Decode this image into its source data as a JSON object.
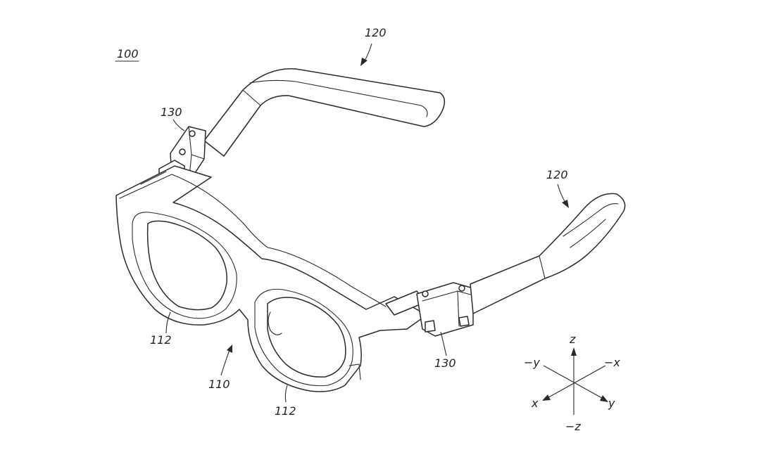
{
  "figure": {
    "labels": {
      "device": "100",
      "temple_left": "120",
      "temple_right": "120",
      "hinge_left": "130",
      "hinge_right": "130",
      "frame": "110",
      "lens_left": "112",
      "lens_right": "112"
    },
    "axes": {
      "z_pos": "z",
      "z_neg": "−z",
      "x_pos": "x",
      "x_neg": "−x",
      "y_pos": "y",
      "y_neg": "−y"
    },
    "colors": {
      "ink": "#2a2a2a",
      "background": "#ffffff"
    }
  }
}
